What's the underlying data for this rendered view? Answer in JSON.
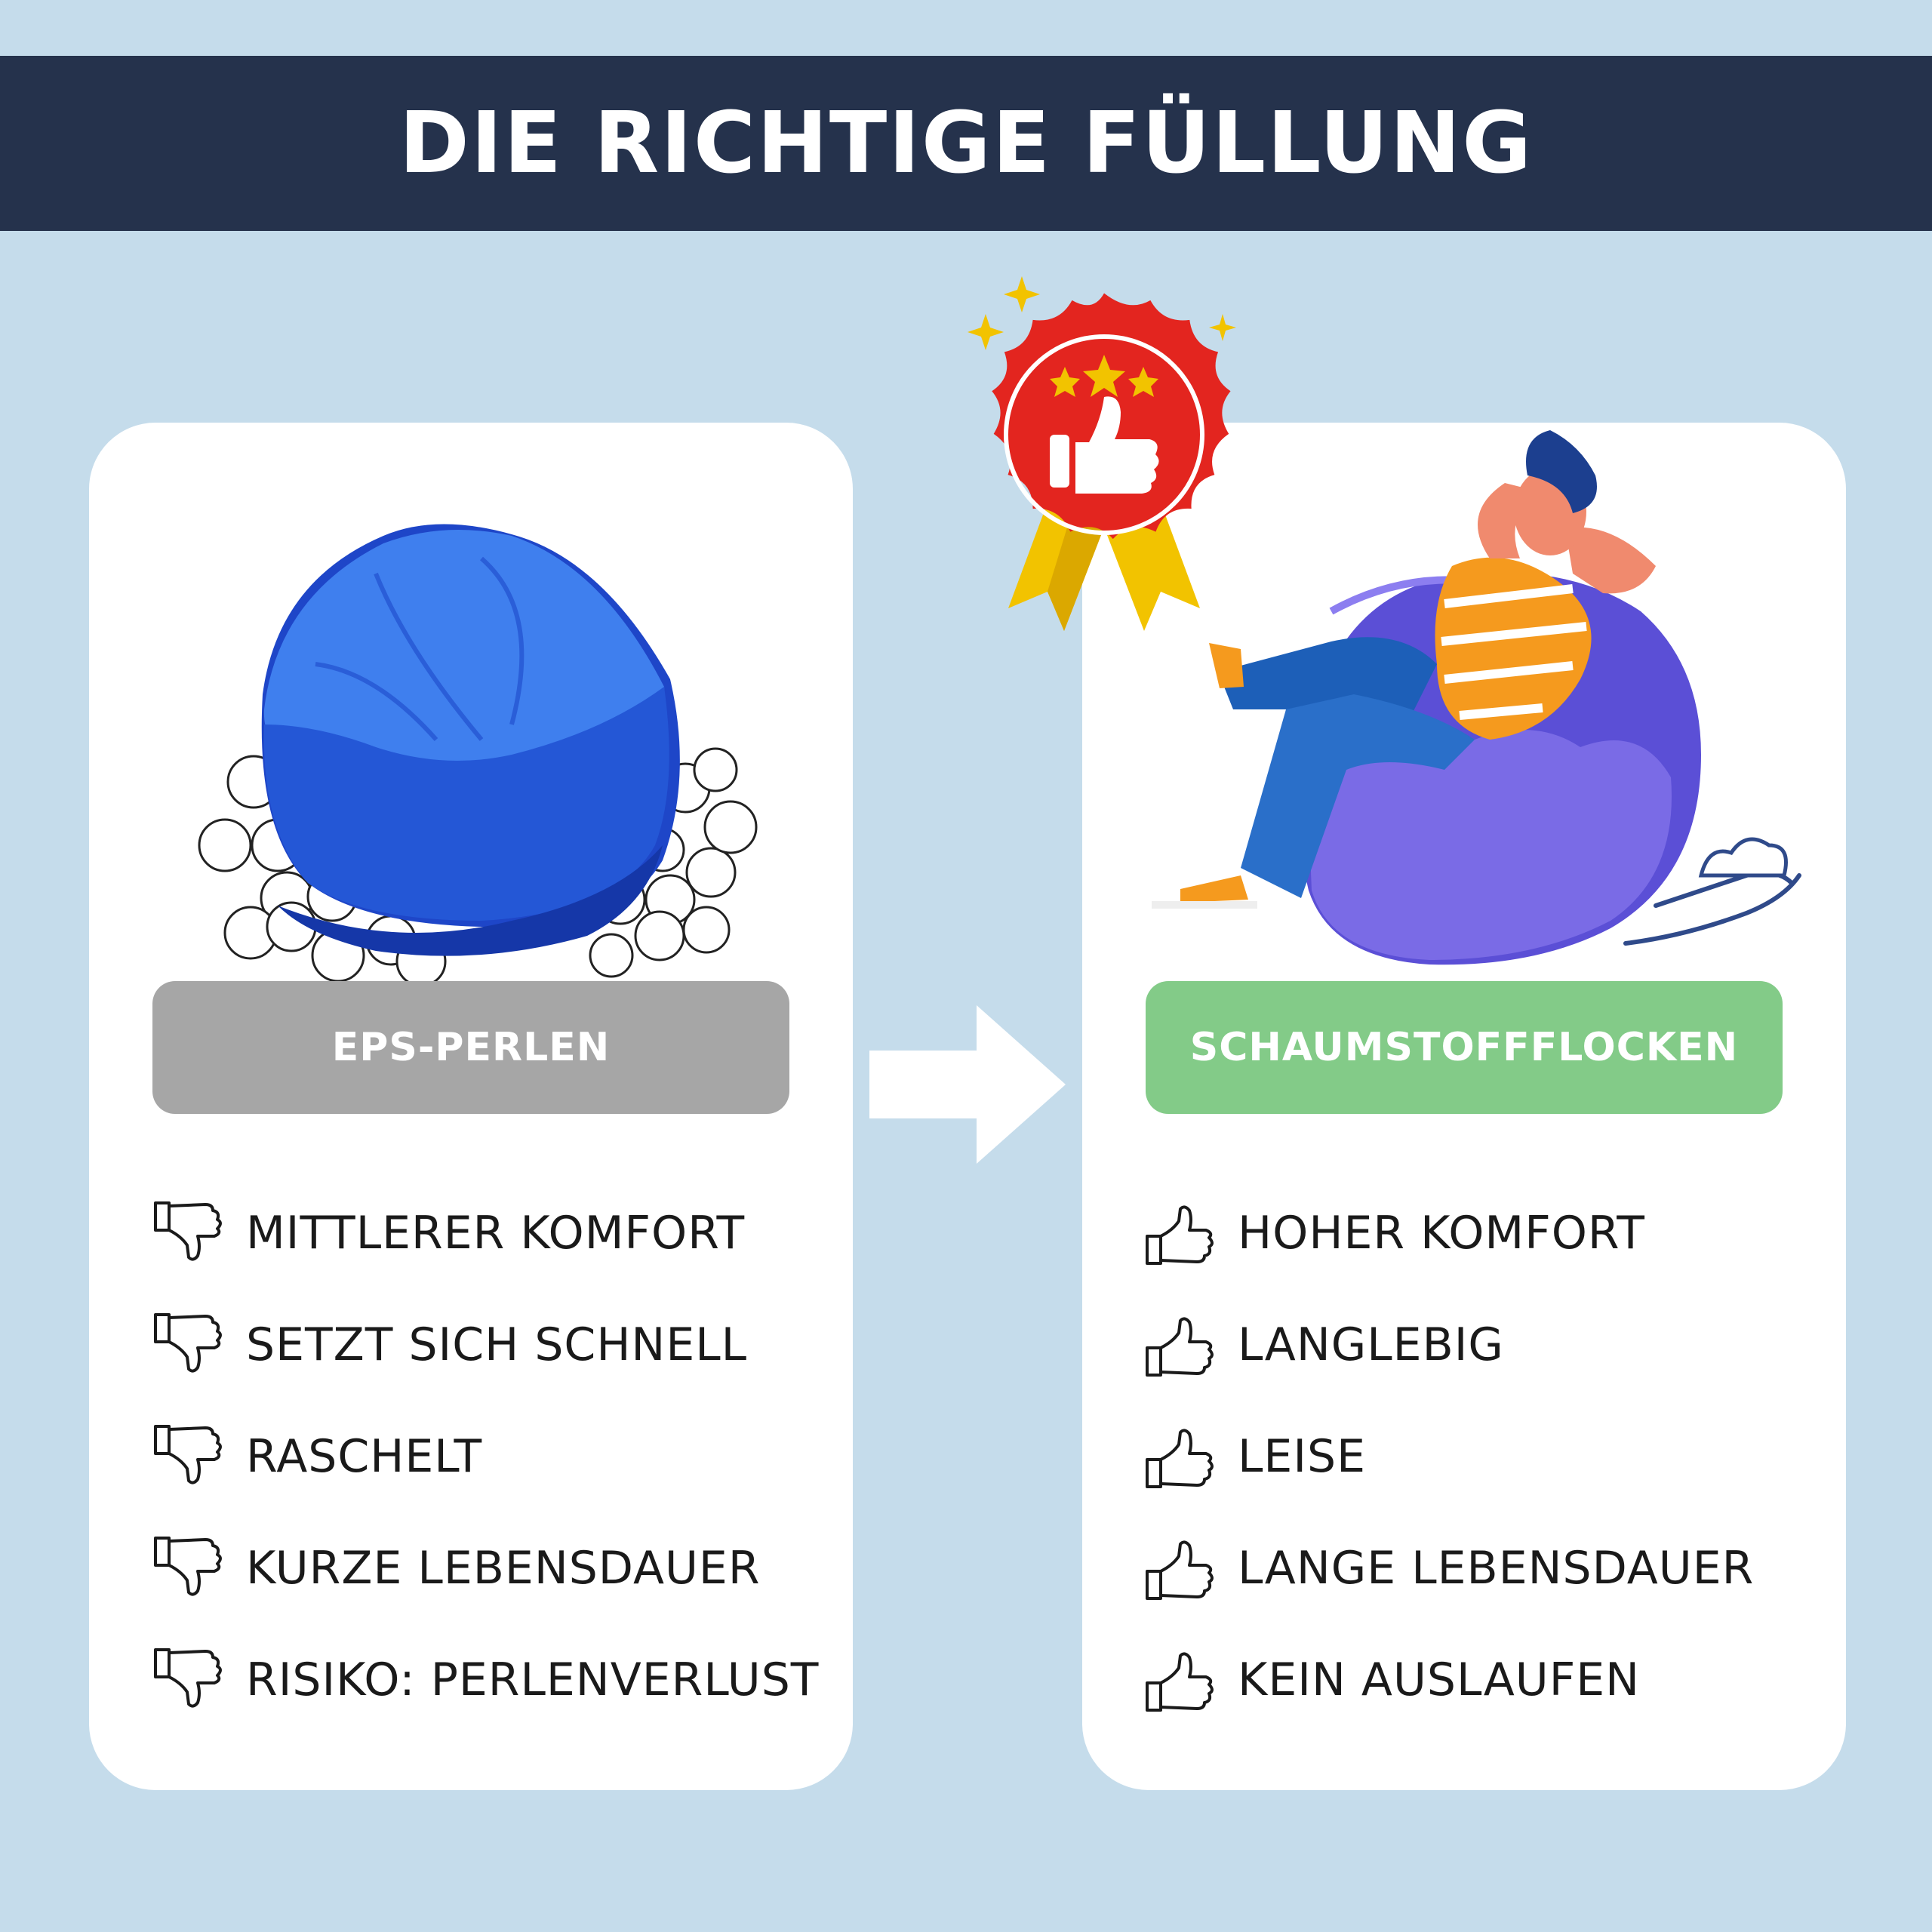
{
  "header": {
    "title": "DIE RICHTIGE FÜLLUNG"
  },
  "left": {
    "label": "EPS-PERLEN",
    "items": [
      "MITTLERER KOMFORT",
      "SETZT SICH SCHNELL",
      "RASCHELT",
      "KURZE LEBENSDAUER",
      "RISIKO: PERLENVERLUST"
    ]
  },
  "right": {
    "label": "SCHAUMSTOFFFLOCKEN",
    "items": [
      "HOHER KOMFORT",
      "LANGLEBIG",
      "LEISE",
      "LANGE LEBENSDAUER",
      "KEIN AUSLAUFEN"
    ]
  },
  "icons": {
    "negative": "thumbs-down-icon",
    "positive": "thumbs-up-icon",
    "award": "award-badge-icon",
    "arrow": "arrow-right-icon"
  },
  "colors": {
    "background": "#c5dceb",
    "header": "#25324c",
    "grey_label": "#a6a6a6",
    "green_label": "#83cb88",
    "badge_red": "#e3251f",
    "ribbon": "#f2c300"
  }
}
